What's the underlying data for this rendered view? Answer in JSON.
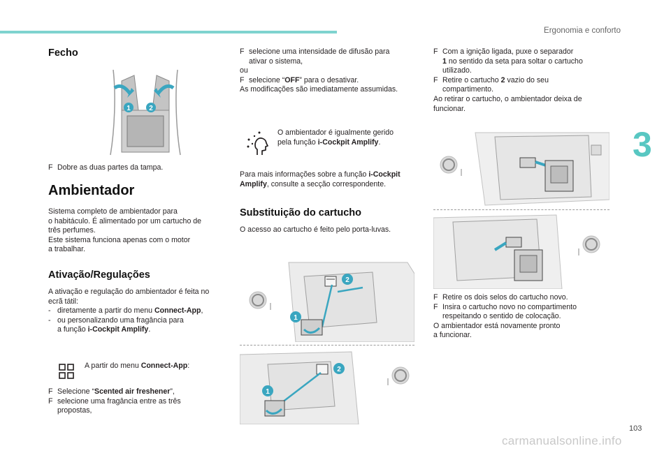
{
  "header": {
    "section_title": "Ergonomia e conforto",
    "chapter_number": "3"
  },
  "footer": {
    "page_number": "103",
    "watermark": "carmanualsonline.info"
  },
  "fecho": {
    "heading": "Fecho",
    "step": "Dobre as duas partes da tampa.",
    "callouts": [
      "1",
      "2"
    ]
  },
  "ambientador": {
    "heading": "Ambientador",
    "intro": [
      "Sistema completo de ambientador para",
      "o habitáculo. É alimentado por um cartucho de",
      "três perfumes.",
      "Este sistema funciona apenas com o motor",
      "a trabalhar."
    ]
  },
  "ativacao": {
    "heading": "Ativação/Regulações",
    "intro": [
      "A ativação e regulação do ambientador é feita no",
      "ecrã tátil:"
    ],
    "item1_pre": "diretamente a partir do menu ",
    "item1_bold": "Connect-App",
    "item1_post": ",",
    "item2_line1": "ou personalizando uma fragância para",
    "item2_pre": "a função ",
    "item2_bold": "i-Cockpit Amplify",
    "item2_post": ".",
    "dash": "-",
    "menu_note_pre": "A partir do menu ",
    "menu_note_bold": "Connect-App",
    "menu_note_post": ":",
    "step1_pre": "Selecione “",
    "step1_bold": "Scented air freshener",
    "step1_post": "”,",
    "step2_line1": "selecione uma fragância entre as três",
    "step2_line2": "propostas,"
  },
  "middle": {
    "step3_line1": "selecione uma intensidade de difusão para",
    "step3_line2": "ativar o sistema,",
    "or": "ou",
    "step4_pre": "selecione “",
    "step4_bold": "OFF",
    "step4_post": "” para o desativar.",
    "immediate": "As modificações são imediatamente assumidas.",
    "note_line1": "O ambientador é igualmente gerido",
    "note_pre": "pela função ",
    "note_bold": "i-Cockpit Amplify",
    "note_post": ".",
    "more_pre": "Para mais informações sobre a função ",
    "more_bold1": "i-Cockpit",
    "more_bold2": "Amplify",
    "more_post": ", consulte a secção correspondente."
  },
  "substituicao": {
    "heading": "Substituição do cartucho",
    "access": "O acesso ao cartucho é feito pelo porta-luvas.",
    "callouts_top": [
      "2",
      "1"
    ],
    "callouts_bottom": [
      "2",
      "1"
    ]
  },
  "right": {
    "step1_line1": "Com a ignição ligada, puxe o separador",
    "step1_bold": "1",
    "step1_line2": " no sentido da seta para soltar o cartucho",
    "step1_line3": "utilizado.",
    "step2_pre": "Retire o cartucho ",
    "step2_bold": "2",
    "step2_post": " vazio do seu",
    "step2_line2": "compartimento.",
    "remove_note": [
      "Ao retirar o cartucho, o ambientador deixa de",
      "funcionar."
    ],
    "step3": "Retire os dois selos do cartucho novo.",
    "step4_line1": "Insira o cartucho novo no compartimento",
    "step4_line2": "respeitando o sentido de colocação.",
    "ready": [
      "O ambientador está novamente pronto",
      "a funcionar."
    ]
  },
  "bullet_symbol": "F",
  "colors": {
    "accent": "#58c7c2",
    "bar": "#7fd3cf",
    "callout": "#3aa6c0",
    "text": "#231f20"
  }
}
